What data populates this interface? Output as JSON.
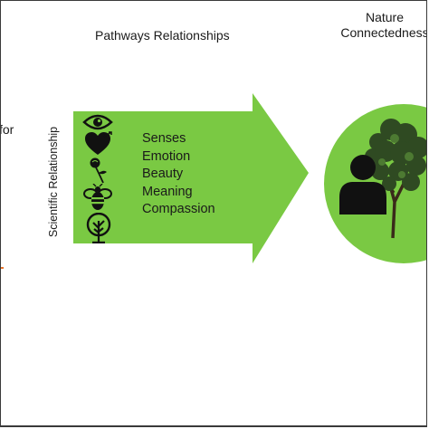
{
  "headers": {
    "pathways": "Pathways Relationships",
    "nature_line1": "Nature",
    "nature_line2": "Connectedness"
  },
  "left_cut_text": "for",
  "vertical_label": "Scientific Relationship",
  "pathways": [
    {
      "label": "Senses",
      "icon": "eye-icon"
    },
    {
      "label": "Emotion",
      "icon": "heart-icon"
    },
    {
      "label": "Beauty",
      "icon": "rose-icon"
    },
    {
      "label": "Meaning",
      "icon": "bee-icon"
    },
    {
      "label": "Compassion",
      "icon": "tree-icon"
    }
  ],
  "colors": {
    "green": "#7ac943",
    "dark_green": "#6bb33a",
    "icon": "#111111",
    "accent_orange": "#e8742a"
  }
}
